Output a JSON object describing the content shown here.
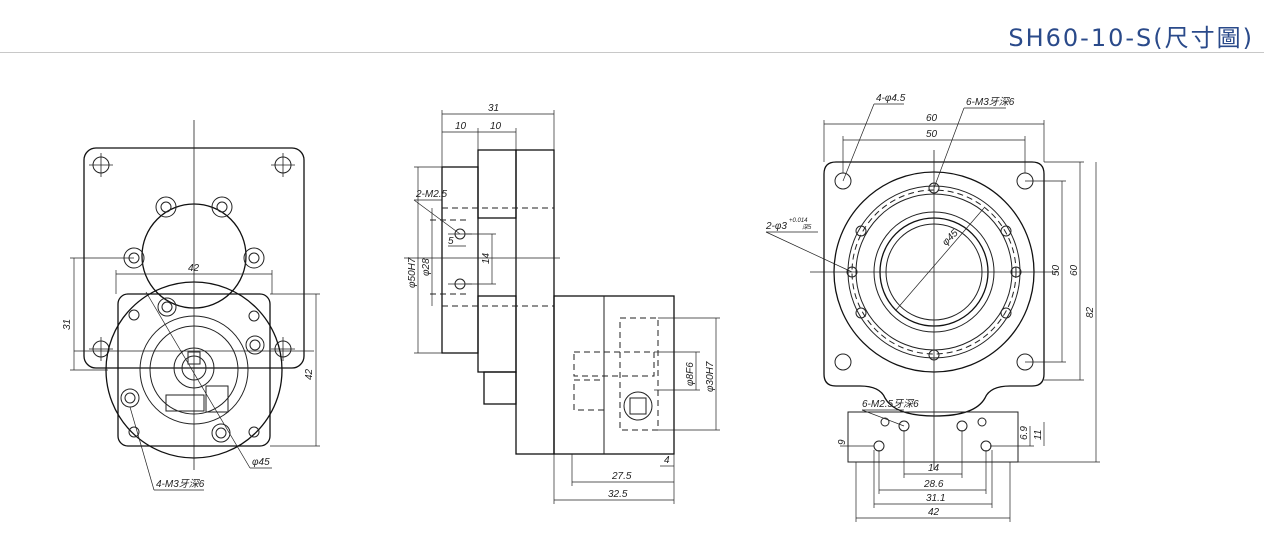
{
  "header": {
    "title": "SH60-10-S(尺寸圖)"
  },
  "front_view": {
    "dim_42_top": "42",
    "dim_31": "31",
    "dim_42_right": "42",
    "dim_phi45": "φ45",
    "dim_holes": "4-M3牙深6"
  },
  "side_view": {
    "dim_31": "31",
    "dim_10a": "10",
    "dim_10b": "10",
    "dim_2m25": "2-M2.5",
    "dim_5": "5",
    "dim_14": "14",
    "dim_phi50": "φ50H7",
    "dim_phi28": "φ28",
    "dim_phi8": "φ8F6",
    "dim_phi30": "φ30H7",
    "dim_4": "4",
    "dim_275": "27.5",
    "dim_325": "32.5"
  },
  "flange_view": {
    "dim_4phi45": "4-φ4.5",
    "dim_6m3": "6-M3牙深6",
    "dim_60": "60",
    "dim_50": "50",
    "dim_2phi3": "2-φ3",
    "dim_tol": "+0.014",
    "dim_depth": "深5",
    "dim_phi45": "φ45",
    "dim_50v": "50",
    "dim_60v": "60",
    "dim_82": "82",
    "dim_6m25": "6-M2.5牙深6",
    "dim_9": "9",
    "dim_69": "6.9",
    "dim_11": "11",
    "dim_14": "14",
    "dim_286": "28.6",
    "dim_311": "31.1",
    "dim_42": "42"
  }
}
